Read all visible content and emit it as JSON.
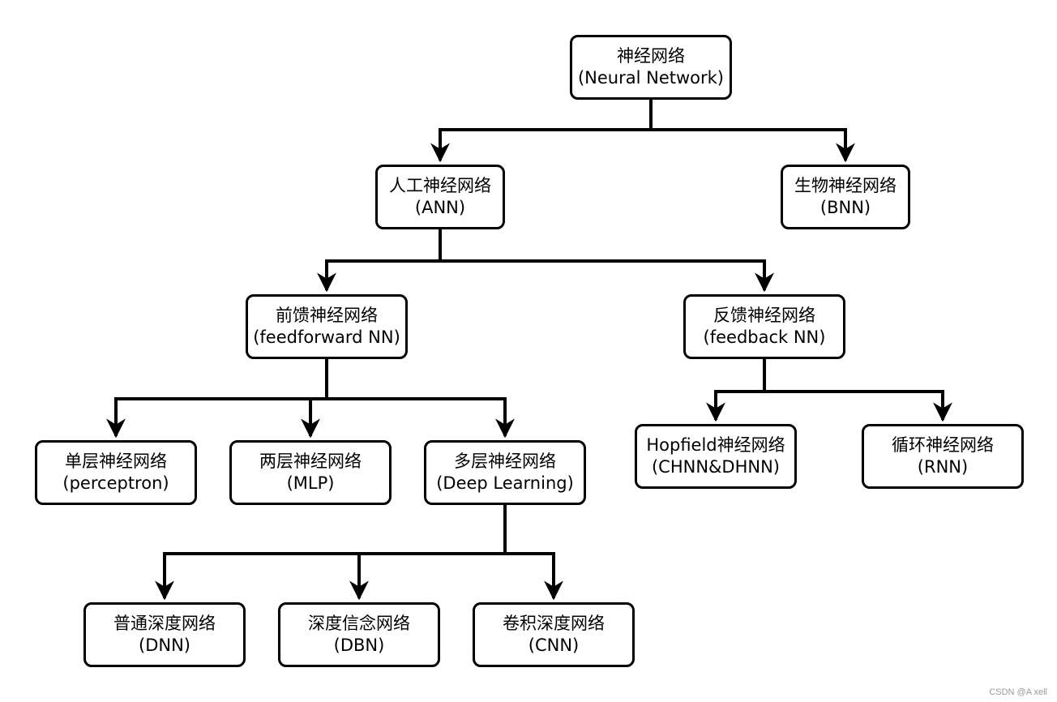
{
  "nodes": {
    "nn": {
      "zh": "神经网络",
      "en": "(Neural Network)"
    },
    "ann": {
      "zh": "人工神经网络",
      "en": "(ANN)"
    },
    "bnn": {
      "zh": "生物神经网络",
      "en": "(BNN)"
    },
    "feedforward": {
      "zh": "前馈神经网络",
      "en": "(feedforward NN)"
    },
    "feedback": {
      "zh": "反馈神经网络",
      "en": "(feedback NN)"
    },
    "single": {
      "zh": "单层神经网络",
      "en": "(perceptron)"
    },
    "two": {
      "zh": "两层神经网络",
      "en": "(MLP)"
    },
    "multi": {
      "zh": "多层神经网络",
      "en": "(Deep Learning)"
    },
    "hopfield": {
      "zh": "Hopfield神经网络",
      "en": "(CHNN&DHNN)"
    },
    "rnn": {
      "zh": "循环神经网络",
      "en": "(RNN)"
    },
    "dnn": {
      "zh": "普通深度网络",
      "en": "(DNN)"
    },
    "dbn": {
      "zh": "深度信念网络",
      "en": "(DBN)"
    },
    "cnn": {
      "zh": "卷积深度网络",
      "en": "(CNN)"
    }
  },
  "watermark": "CSDN @A xell"
}
